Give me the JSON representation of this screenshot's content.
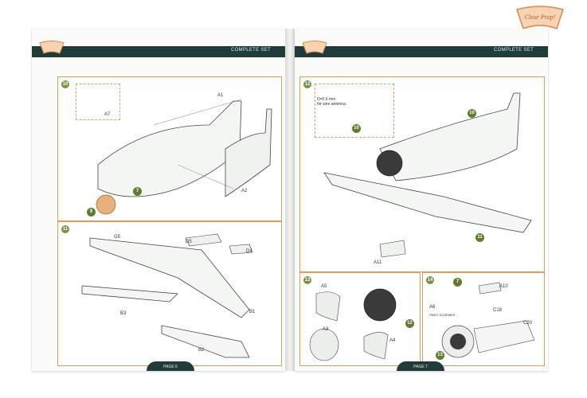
{
  "brand": {
    "name": "Clear Prop!"
  },
  "left_page": {
    "header": "COMPLETE SET",
    "footer": "PAGE 6",
    "steps": [
      {
        "num": "10",
        "parts": [
          "A1",
          "A2",
          "A7"
        ],
        "callouts": [
          "7",
          "9"
        ]
      },
      {
        "num": "11",
        "parts": [
          "G5",
          "D5",
          "D4",
          "B1",
          "B2",
          "B3"
        ]
      }
    ]
  },
  "right_page": {
    "header": "COMPLETE SET",
    "footer": "PAGE 7",
    "steps": [
      {
        "num": "12",
        "inset_text": "D=0.6 mm\nfor wire antenna",
        "callouts": [
          "10",
          "10",
          "11"
        ],
        "parts": [
          "A11"
        ]
      },
      {
        "num": "13",
        "parts": [
          "A5",
          "A3",
          "A4"
        ],
        "callouts": [
          "12"
        ]
      },
      {
        "num": "14",
        "parts": [
          "A10",
          "A6",
          "C18",
          "C20"
        ],
        "callouts": [
          "7",
          "13"
        ],
        "note": "PAINT SCHEMES"
      }
    ]
  },
  "colors": {
    "accent": "#e39a5a",
    "header": "#1f3b3a",
    "callout": "#5e7d2f"
  }
}
